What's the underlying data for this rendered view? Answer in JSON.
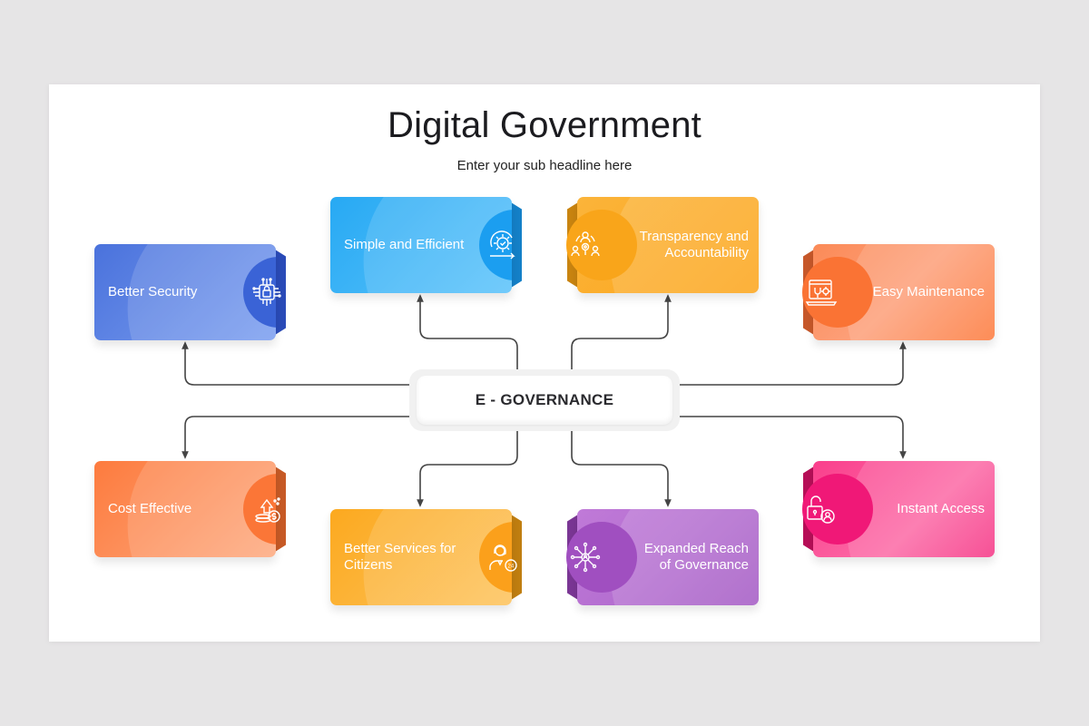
{
  "header": {
    "title": "Digital Government",
    "subtitle": "Enter your sub headline here"
  },
  "center": {
    "label": "E - GOVERNANCE"
  },
  "cards": [
    {
      "id": "better-security",
      "label": "Better Security",
      "icon": "chip-lock-icon",
      "color_from": "#4a72dc",
      "color_to": "#7c9ff0",
      "circle": "#3a63d6",
      "fold": "#2a4bb8"
    },
    {
      "id": "simple-efficient",
      "label": "Simple and Efficient",
      "icon": "gear-cycle-icon",
      "color_from": "#27a9f3",
      "color_to": "#5cc3fb",
      "circle": "#1b9ef0",
      "fold": "#1480c8"
    },
    {
      "id": "transparency",
      "label": "Transparency and Accountability",
      "icon": "team-network-icon",
      "color_from": "#fbb43a",
      "color_to": "#fca51b",
      "circle": "#f9a51a",
      "fold": "#c98410"
    },
    {
      "id": "easy-maintenance",
      "label": "Easy Maintenance",
      "icon": "laptop-tools-icon",
      "color_from": "#fb8a57",
      "color_to": "#fd7a3c",
      "circle": "#fa7334",
      "fold": "#c7582a"
    },
    {
      "id": "cost-effective",
      "label": "Cost Effective",
      "icon": "coins-growth-icon",
      "color_from": "#fd7b3e",
      "color_to": "#fdaa80",
      "circle": "#fb7637",
      "fold": "#c75a26"
    },
    {
      "id": "better-services",
      "label": "Better Services for Citizens",
      "icon": "support-agent-icon",
      "color_from": "#fca91f",
      "color_to": "#fdc35c",
      "circle": "#fba01b",
      "fold": "#c07e10"
    },
    {
      "id": "expanded-reach",
      "label": "Expanded Reach of Governance",
      "icon": "network-hub-icon",
      "color_from": "#b46ed0",
      "color_to": "#a45ac4",
      "circle": "#a04fc0",
      "fold": "#7a3694"
    },
    {
      "id": "instant-access",
      "label": "Instant Access",
      "icon": "unlock-user-icon",
      "color_from": "#fa3f8c",
      "color_to": "#fc6aa6",
      "circle": "#f01877",
      "fold": "#b70f58"
    }
  ],
  "connector_color": "#444444"
}
